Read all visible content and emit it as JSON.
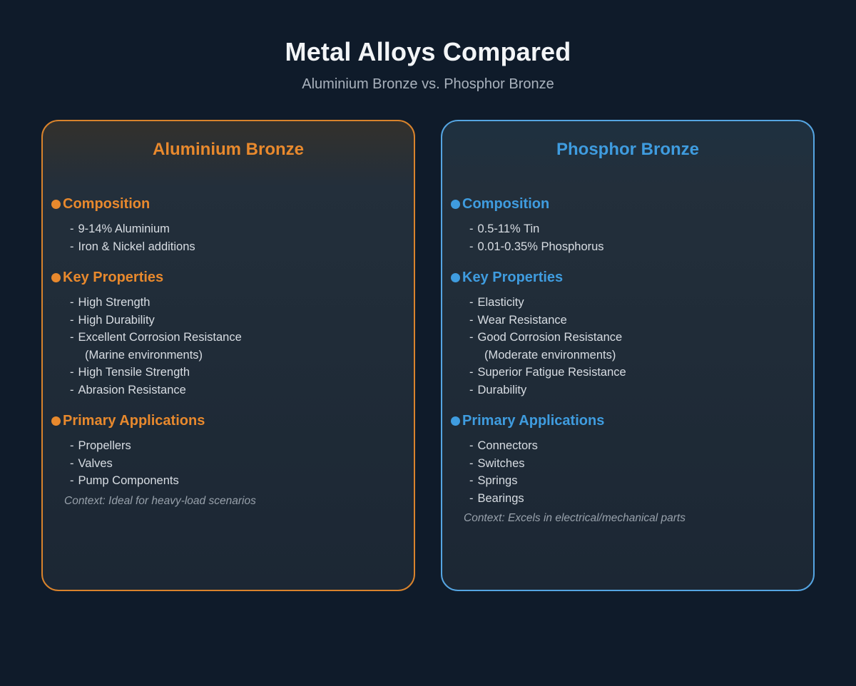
{
  "page": {
    "title": "Metal Alloys Compared",
    "subtitle": "Aluminium Bronze vs. Phosphor Bronze",
    "background_color": "#0f1b2a",
    "bullet_char": "-"
  },
  "cards": [
    {
      "id": "aluminium-bronze",
      "title": "Aluminium Bronze",
      "accent_color": "#e8892d",
      "border_color": "#d9832c",
      "header_tint": "#33302c",
      "sections": [
        {
          "heading": "Composition",
          "items": [
            {
              "text": "9-14% Aluminium"
            },
            {
              "text": "Iron & Nickel additions"
            }
          ]
        },
        {
          "heading": "Key Properties",
          "items": [
            {
              "text": "High Strength"
            },
            {
              "text": "High Durability"
            },
            {
              "text": "Excellent Corrosion Resistance",
              "continuation": "(Marine environments)"
            },
            {
              "text": "High Tensile Strength"
            },
            {
              "text": "Abrasion Resistance"
            }
          ]
        },
        {
          "heading": "Primary Applications",
          "items": [
            {
              "text": "Propellers"
            },
            {
              "text": "Valves"
            },
            {
              "text": "Pump Components"
            }
          ],
          "context": "Context: Ideal for heavy-load scenarios"
        }
      ]
    },
    {
      "id": "phosphor-bronze",
      "title": "Phosphor Bronze",
      "accent_color": "#3f9cdf",
      "border_color": "#55a5e2",
      "header_tint": "#1e3040",
      "sections": [
        {
          "heading": "Composition",
          "items": [
            {
              "text": "0.5-11% Tin"
            },
            {
              "text": "0.01-0.35% Phosphorus"
            }
          ]
        },
        {
          "heading": "Key Properties",
          "items": [
            {
              "text": "Elasticity"
            },
            {
              "text": "Wear Resistance"
            },
            {
              "text": "Good Corrosion Resistance",
              "continuation": "(Moderate environments)"
            },
            {
              "text": "Superior Fatigue Resistance"
            },
            {
              "text": "Durability"
            }
          ]
        },
        {
          "heading": "Primary Applications",
          "items": [
            {
              "text": "Connectors"
            },
            {
              "text": "Switches"
            },
            {
              "text": "Springs"
            },
            {
              "text": "Bearings"
            }
          ],
          "context": "Context: Excels in electrical/mechanical parts"
        }
      ]
    }
  ]
}
